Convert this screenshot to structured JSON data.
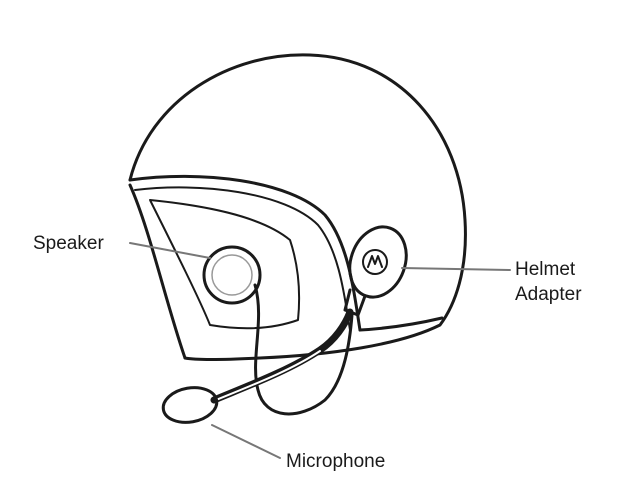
{
  "labels": {
    "speaker": "Speaker",
    "helmet_adapter_line1": "Helmet",
    "helmet_adapter_line2": "Adapter",
    "microphone": "Microphone"
  },
  "colors": {
    "line": "#1a1a1a",
    "leader": "#777777",
    "background": "#ffffff"
  }
}
